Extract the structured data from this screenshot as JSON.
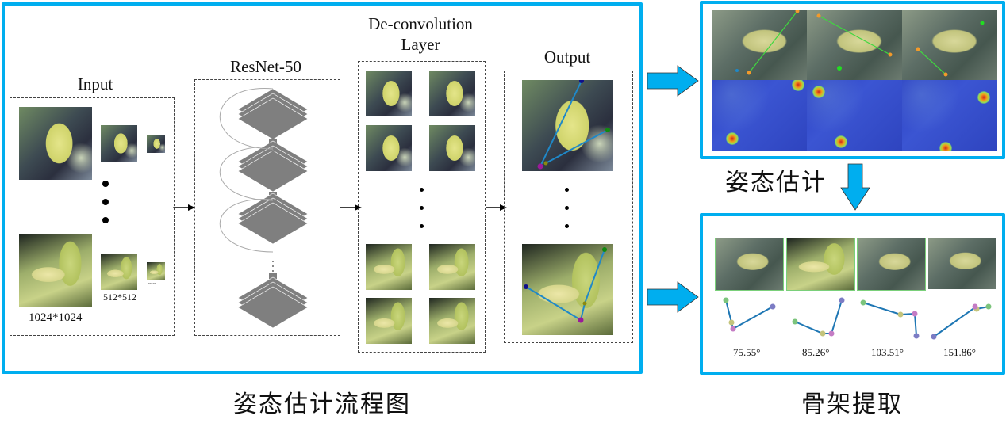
{
  "main_panel": {
    "caption": "姿态估计流程图",
    "input": {
      "title": "Input",
      "size_labels": [
        "1024*1024",
        "512*512",
        "256*256"
      ]
    },
    "backbone": {
      "title": "ResNet-50"
    },
    "deconv": {
      "title_line1": "De-convolution",
      "title_line2": "Layer"
    },
    "output": {
      "title": "Output"
    }
  },
  "pose_panel": {
    "caption": "姿态估计",
    "rows": [
      "keypoint-overlay",
      "heatmap"
    ],
    "columns": 3
  },
  "skeleton_panel": {
    "caption": "骨架提取",
    "angles": [
      "75.55°",
      "85.26°",
      "103.51°",
      "151.86°"
    ]
  },
  "colors": {
    "frame_blue": "#00aeef",
    "arrow_blue": "#00aeef",
    "skeleton_line": "#1f77b4",
    "layer_gray": "#7f7f7f"
  }
}
